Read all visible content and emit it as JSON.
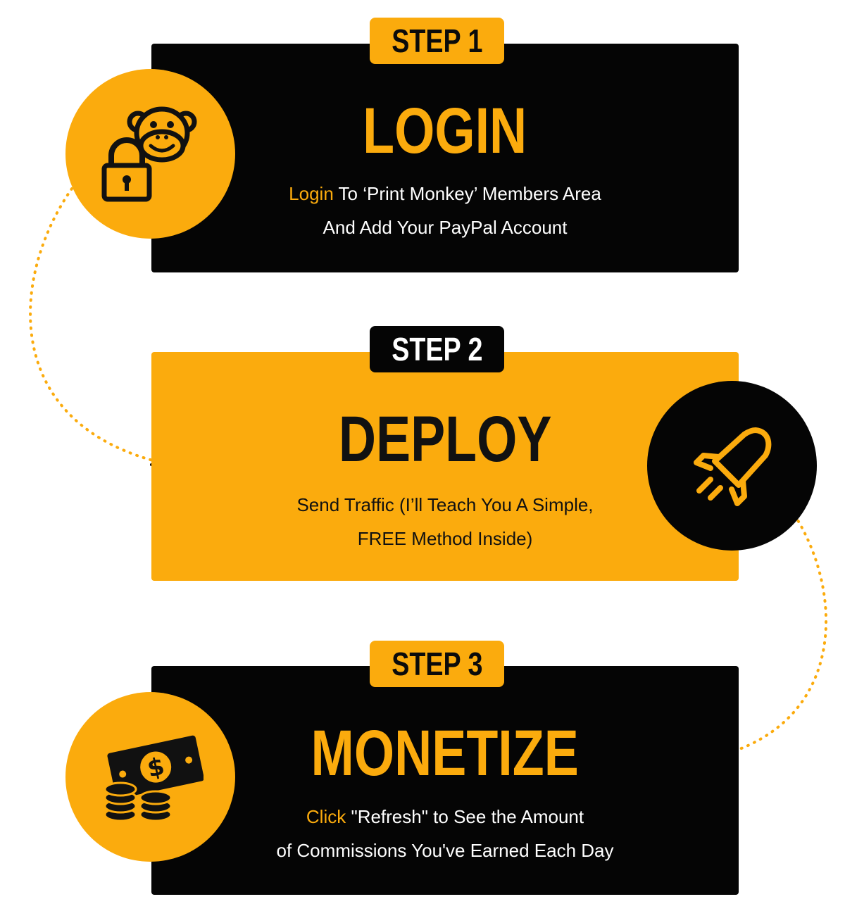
{
  "colors": {
    "accent": "#fbab0d",
    "dark": "#050505",
    "light_text": "#ffffff",
    "dark_text": "#111111"
  },
  "steps": [
    {
      "badge": "STEP 1",
      "title": "LOGIN",
      "desc_line1_highlight": "Login",
      "desc_line1_rest": " To ‘Print Monkey’ Members Area",
      "desc_line2": "And Add Your PayPal Account",
      "icon": "monkey-lock-icon"
    },
    {
      "badge": "STEP 2",
      "title": "DEPLOY",
      "desc_line1": "Send Traffic (I’ll Teach You A Simple,",
      "desc_line2": "FREE Method Inside)",
      "icon": "rocket-icon"
    },
    {
      "badge": "STEP 3",
      "title": "MONETIZE",
      "desc_line1_highlight": "Click",
      "desc_line1_rest": " \"Refresh\" to See the Amount",
      "desc_line2": "of Commissions You've Earned Each Day",
      "icon": "money-coins-icon"
    }
  ]
}
